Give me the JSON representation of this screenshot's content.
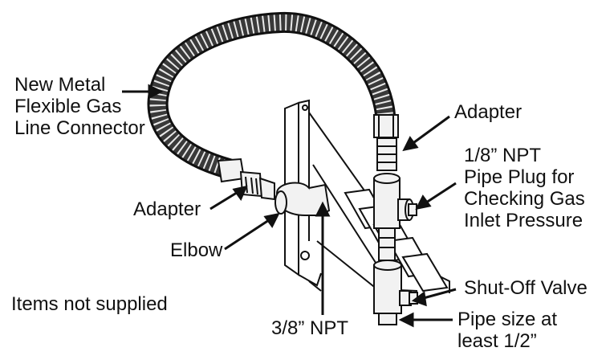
{
  "labels": {
    "flex_connector": [
      "New Metal",
      "Flexible Gas",
      "Line Connector"
    ],
    "adapter_top": "Adapter",
    "pipe_plug": [
      "1/8” NPT",
      "Pipe Plug for",
      "Checking Gas",
      "Inlet Pressure"
    ],
    "adapter_left": "Adapter",
    "elbow": "Elbow",
    "items_not_supplied": "Items not supplied",
    "npt_3_8": "3/8” NPT",
    "shutoff_valve": "Shut-Off Valve",
    "pipe_size": [
      "Pipe size at",
      "least 1/2”"
    ]
  },
  "colors": {
    "ink": "#111111",
    "hose_fill": "#3a3a3a",
    "metal_fill": "#f2f2f2"
  }
}
